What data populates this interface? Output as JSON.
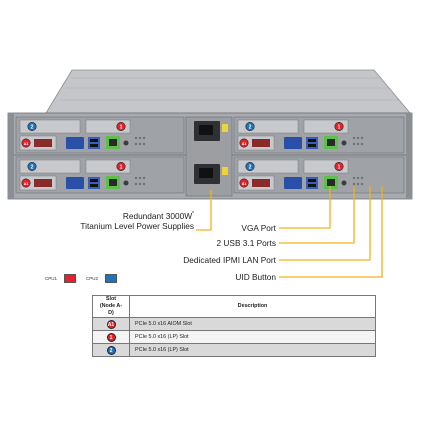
{
  "callouts": {
    "power_line1": "Redundant 3000W",
    "power_sup": "*",
    "power_line2": "Titanium Level Power Supplies",
    "vga": "VGA Port",
    "usb": "2 USB 3.1 Ports",
    "ipmi": "Dedicated IPMI LAN Port",
    "uid": "UID Button"
  },
  "legend": [
    {
      "label": "CPU1",
      "color": "#e8202a"
    },
    {
      "label": "CPU2",
      "color": "#1e73be"
    }
  ],
  "table": {
    "header_slot": "Slot",
    "header_slot_sub": "(Node A-D)",
    "header_desc": "Description",
    "rows": [
      {
        "badge": "A1",
        "badge_color": "#e8202a",
        "desc": "PCIe 5.0 x16 AIOM Slot"
      },
      {
        "badge": "1",
        "badge_color": "#e8202a",
        "desc": "PCIe 5.0 x16 (LP) Slot"
      },
      {
        "badge": "2",
        "badge_color": "#1e73be",
        "desc": "PCIe 5.0 x16 (LP) Slot"
      }
    ]
  },
  "node_badges": {
    "top_left": "2",
    "top_mid": "1",
    "aiom": "A1"
  },
  "colors": {
    "chassis": "#b9bbbe",
    "chassis_dark": "#8d9094",
    "panel": "#9fa2a6",
    "callout_line": "#f2b01e",
    "vga_blue": "#2850a8",
    "lan_green": "#5cc04a"
  }
}
